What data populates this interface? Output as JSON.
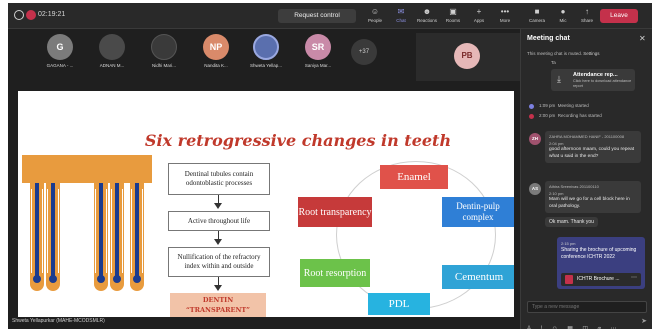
{
  "window": {
    "timer": "02:19:21"
  },
  "toolbar": {
    "request_control": "Request control",
    "tools": [
      {
        "label": "People",
        "glyph": "☺"
      },
      {
        "label": "Chat",
        "glyph": "✉"
      },
      {
        "label": "Reactions",
        "glyph": "☻"
      },
      {
        "label": "Rooms",
        "glyph": "▣"
      },
      {
        "label": "Apps",
        "glyph": "+"
      },
      {
        "label": "More",
        "glyph": "•••"
      },
      {
        "label": "Camera",
        "glyph": "■"
      },
      {
        "label": "Mic",
        "glyph": "●"
      },
      {
        "label": "Share",
        "glyph": "↑"
      }
    ],
    "leave": "Leave"
  },
  "participants": [
    {
      "initials": "G",
      "name": "GAGANA - ...",
      "color": "#7b7b7b"
    },
    {
      "initials": "",
      "name": "ADNAN M...",
      "color": "#4a4a4a"
    },
    {
      "initials": "",
      "name": "Nidhi Mari...",
      "color": "#3a3a3a"
    },
    {
      "initials": "NP",
      "name": "Nandita K...",
      "color": "#d98a6a"
    },
    {
      "initials": "",
      "name": "Shweta Yellap...",
      "color": "#5a6fae"
    },
    {
      "initials": "SR",
      "name": "Saniya Mar...",
      "color": "#c98aa8"
    }
  ],
  "more_count": "+37",
  "pinned_initials": "PB",
  "slide": {
    "title": "Six retrogressive changes in teeth",
    "flow": [
      "Dentinal tubules contain odontoblastic processes",
      "Active throughout life",
      "Nullification of the refractory index within and outside"
    ],
    "dentin": "DENTIN “TRANSPARENT”",
    "changes": {
      "enamel": "Enamel",
      "root_transparency": "Root transparency",
      "dentin_pulp": "Dentin-pulp complex",
      "root_resorption": "Root resorption",
      "cementum": "Cementum",
      "pdl": "PDL"
    },
    "colors": {
      "title": "#c0392b",
      "enamel": "#e0524a",
      "root_transparency": "#c63a3a",
      "dentin_pulp": "#2f7fd6",
      "root_resorption": "#6cc24a",
      "cementum": "#2fa3d6",
      "pdl": "#27b3e0"
    }
  },
  "presenter_label": "Shweta Yellapurkar (MAHE-MCODSMLR)",
  "chat": {
    "title": "Meeting chat",
    "muted_note": "This meeting chat is muted.",
    "settings": "Settings",
    "ta": "Ta",
    "attendance_title": "Attendance rep...",
    "attendance_sub": "Click here to download attendance report",
    "events": [
      {
        "time": "1:09 pm",
        "text": "Meeting started"
      },
      {
        "time": "2:00 pm",
        "text": "Recording has started"
      }
    ],
    "messages": [
      {
        "avatar": "ZH",
        "avatar_color": "#a0526e",
        "author": "ZAHRA MOHAMMED HANIF - 201100008",
        "time": "2:04 pm",
        "text": "good afternoon maam, could you repeat what u said in the end?"
      },
      {
        "avatar": "AS",
        "avatar_color": "#7b7b7b",
        "author": "Athira Sreenivas 201100110",
        "time": "2:10 pm",
        "text": "Mam will we go for a cell block here in oral pathology."
      }
    ],
    "ok_reply": "Ok mam. Thank you",
    "my_message": {
      "time": "2:15 pm",
      "text": "Sharing the brochure of upcoming conference ICHTR 2022",
      "file": "ICHTR Brochure ..."
    },
    "input_placeholder": "Type a new message"
  }
}
